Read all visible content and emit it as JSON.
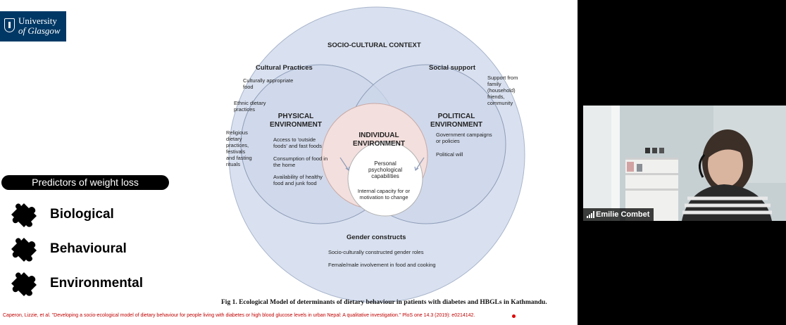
{
  "logo": {
    "line1": "University",
    "line2": "of Glasgow",
    "bg": "#003865"
  },
  "slide": {
    "predictors_title": "Predictors of weight loss",
    "predictors": [
      {
        "label": "Biological",
        "icon": "puzzle-piece-icon"
      },
      {
        "label": "Behavioural",
        "icon": "puzzle-piece-icon"
      },
      {
        "label": "Environmental",
        "icon": "puzzle-piece-icon"
      }
    ],
    "diagram": {
      "outer_title": "SOCIO-CULTURAL CONTEXT",
      "cultural_practices": {
        "title": "Cultural Practices",
        "items": [
          "Culturally appropriate food",
          "Ethnic dietary practices",
          "Religious dietary practices, festivals and fasting rituals"
        ]
      },
      "social_support": {
        "title": "Social support",
        "items": [
          "Support from family (household) friends, community"
        ]
      },
      "physical": {
        "title": "PHYSICAL ENVIRONMENT",
        "items": [
          "Access to 'outside foods' and fast foods",
          "Consumption of food in the home",
          "Availability of healthy food and junk food"
        ]
      },
      "political": {
        "title": "POLITICAL ENVIRONMENT",
        "items": [
          "Government campaigns or policies",
          "Political will"
        ]
      },
      "individual": {
        "title": "INDIVIDUAL ENVIRONMENT",
        "items": [
          "Personal psychological capabilities",
          "Internal capacity for or motivation to change"
        ]
      },
      "gender": {
        "title": "Gender constructs",
        "items": [
          "Socio-culturally constructed gender roles",
          "Female/male involvement in food and cooking"
        ]
      }
    },
    "figure_caption": "Fig 1.  Ecological Model of determinants of dietary behaviour in patients with diabetes and HBGLs in Kathmandu.",
    "citation": "Caperon, Lizzie, et al. \"Developing a socio-ecological model of dietary behaviour for people living with diabetes or high blood glucose levels in urban Nepal: A qualitative investigation.\" PloS one 14.3 (2019): e0214142."
  },
  "participant": {
    "name": "Emilie Combet"
  },
  "colors": {
    "citation": "#c00000",
    "outer_circle": "#d9e1f0",
    "inner_circle": "#f3dfdd"
  }
}
